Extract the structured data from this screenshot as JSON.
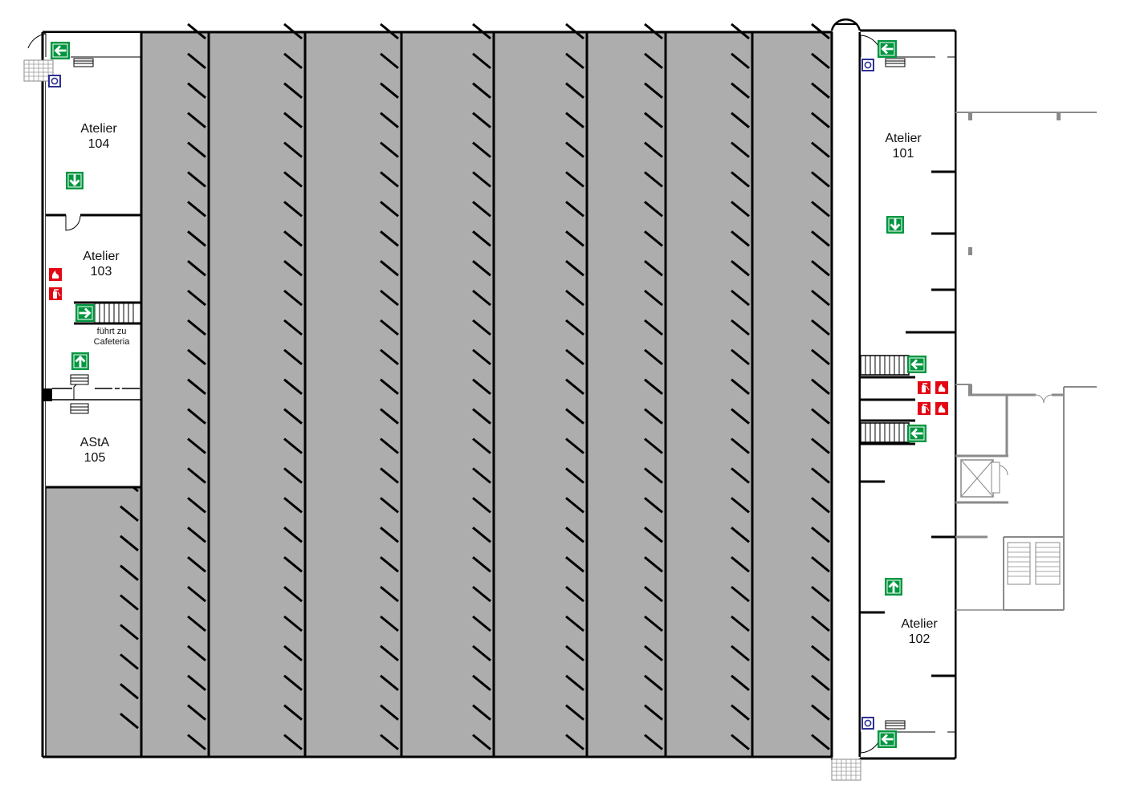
{
  "rooms": {
    "atelier_104": {
      "name": "Atelier",
      "number": "104"
    },
    "atelier_103": {
      "name": "Atelier",
      "number": "103"
    },
    "asta_105": {
      "name": "AStA",
      "number": "105"
    },
    "atelier_101": {
      "name": "Atelier",
      "number": "101"
    },
    "atelier_102": {
      "name": "Atelier",
      "number": "102"
    }
  },
  "notes": {
    "cafeteria_line1": "führt zu",
    "cafeteria_line2": "Cafeteria"
  },
  "colors": {
    "parking_fill": "#adadad",
    "wall": "#000000",
    "adjacent_wall": "#8a8a8a",
    "exit_sign": "#00963f",
    "fire_sign": "#e30613",
    "alarm_sign": "#2e3192"
  },
  "icons": {
    "exit": "emergency-exit-arrow-icon",
    "fire_extinguisher": "fire-extinguisher-icon",
    "fire_alarm": "fire-alarm-icon",
    "manual_call_point": "manual-call-point-icon"
  }
}
